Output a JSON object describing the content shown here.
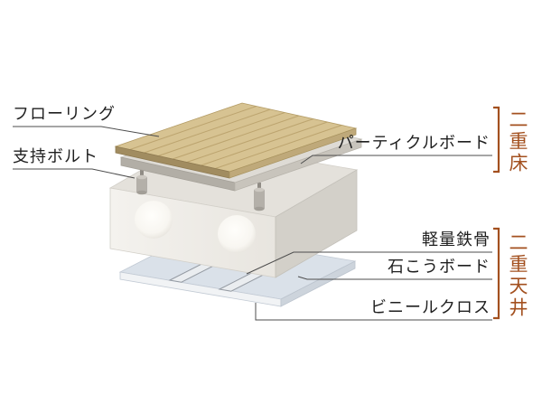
{
  "diagram": {
    "left_labels": [
      {
        "id": "flooring",
        "text": "フローリング"
      },
      {
        "id": "support-bolt",
        "text": "支持ボルト"
      }
    ],
    "right_labels": [
      {
        "id": "particle-board",
        "text": "パーティクルボード"
      },
      {
        "id": "light-gauge-steel",
        "text": "軽量鉄骨"
      },
      {
        "id": "gypsum-board",
        "text": "石こうボード"
      },
      {
        "id": "vinyl-cloth",
        "text": "ビニールクロス"
      }
    ],
    "group_labels": [
      {
        "id": "double-floor",
        "text": "二重床"
      },
      {
        "id": "double-ceiling",
        "text": "二重天井"
      }
    ],
    "colors": {
      "accent": "#a3501f",
      "wood_top": "#d7c392",
      "wood_grain": "#b79f69",
      "concrete_face": "#f2f0ec",
      "ceiling_board_top": "#dae1e9",
      "steel_channel": "#eaedf0",
      "leader_line": "#4d4d4d"
    }
  }
}
